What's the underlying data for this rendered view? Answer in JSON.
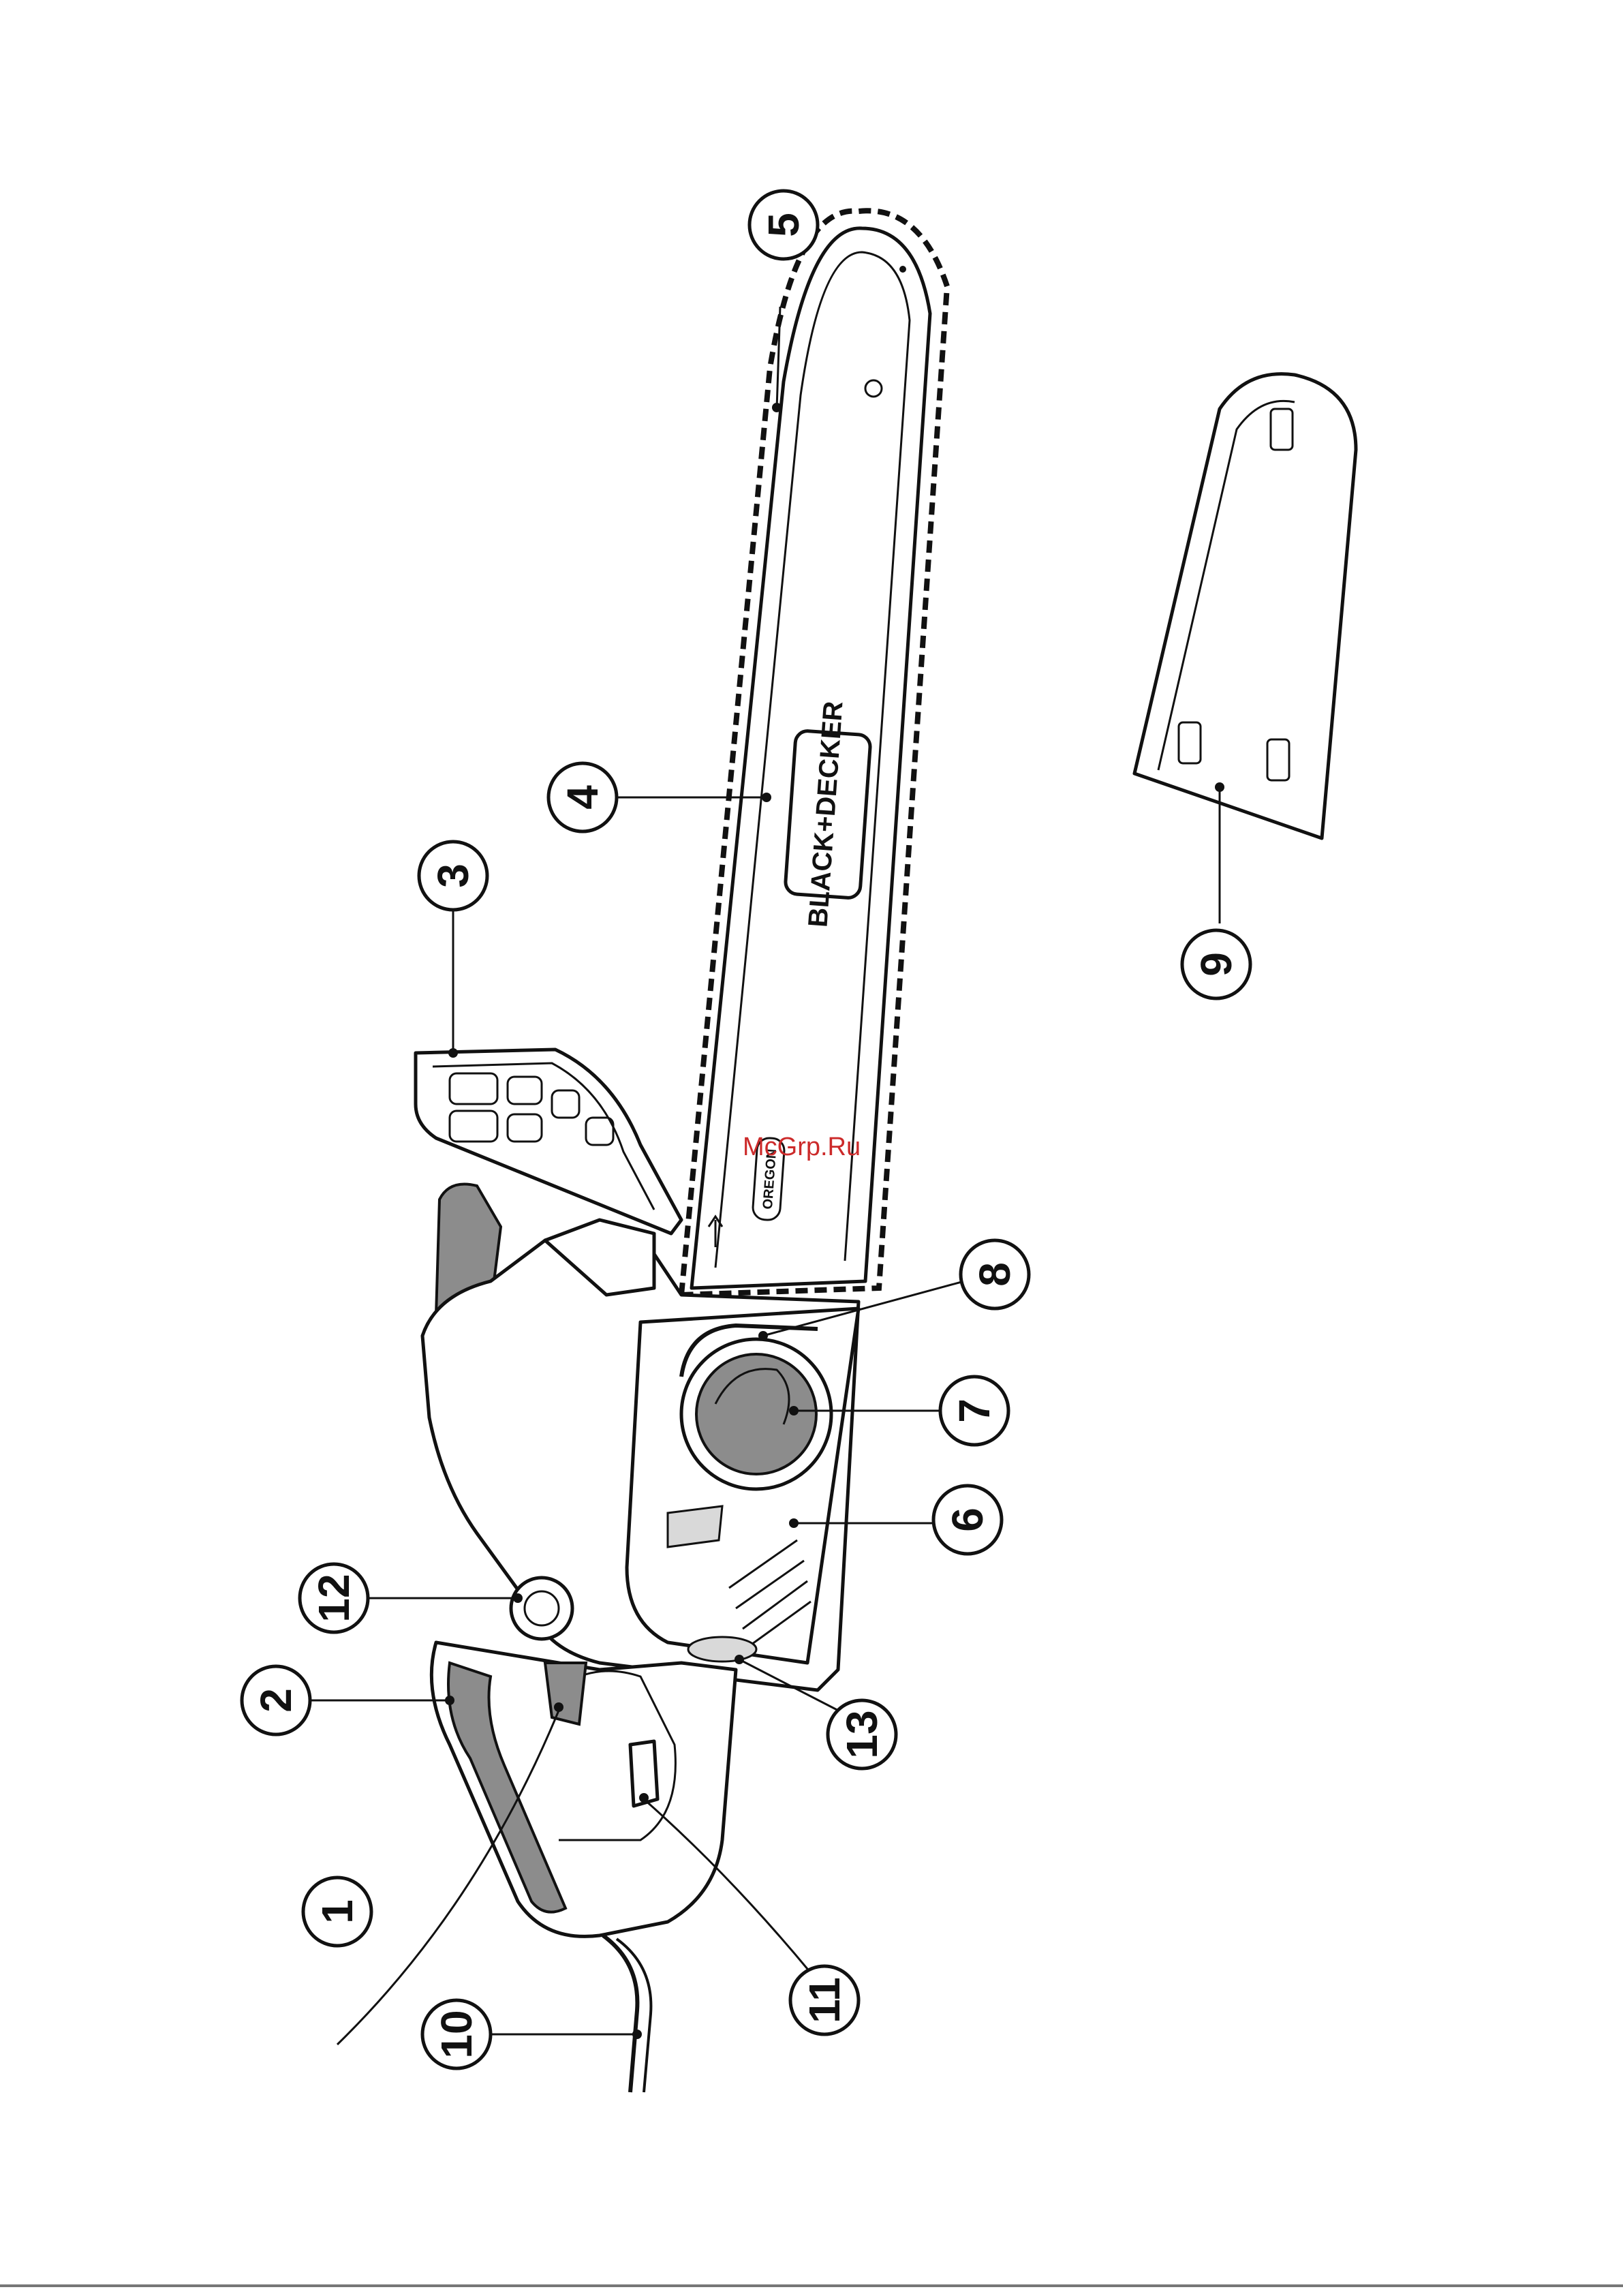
{
  "brand_logo": "BLACK+DECKER",
  "bar_logo": "OREGON",
  "watermark": "McGrp.Ru",
  "colors": {
    "line": "#111111",
    "grip": "#8c8c8c",
    "watermark": "#cc2a2a"
  },
  "callouts": [
    {
      "id": "c1",
      "label": "1"
    },
    {
      "id": "c2",
      "label": "2"
    },
    {
      "id": "c3",
      "label": "3"
    },
    {
      "id": "c4",
      "label": "4"
    },
    {
      "id": "c5",
      "label": "5"
    },
    {
      "id": "c6",
      "label": "6"
    },
    {
      "id": "c7",
      "label": "7"
    },
    {
      "id": "c8",
      "label": "8"
    },
    {
      "id": "c9",
      "label": "9"
    },
    {
      "id": "c10",
      "label": "10"
    },
    {
      "id": "c11",
      "label": "11"
    },
    {
      "id": "c12",
      "label": "12"
    },
    {
      "id": "c13",
      "label": "13"
    }
  ]
}
